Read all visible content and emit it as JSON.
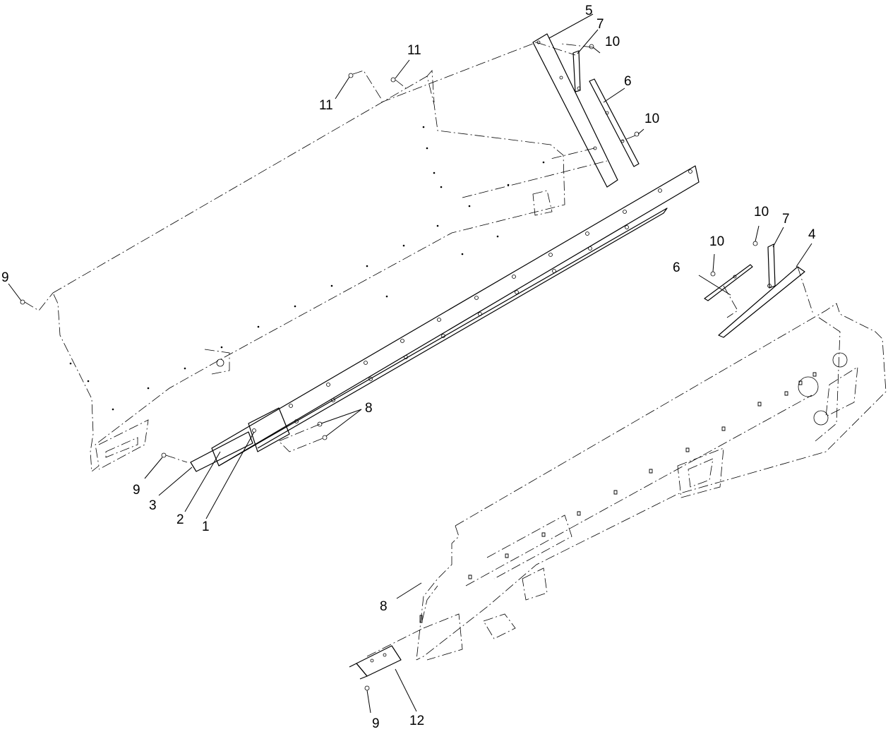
{
  "callouts": [
    {
      "id": "c1",
      "label": "1"
    },
    {
      "id": "c2",
      "label": "2"
    },
    {
      "id": "c3",
      "label": "3"
    },
    {
      "id": "c4",
      "label": "4"
    },
    {
      "id": "c5",
      "label": "5"
    },
    {
      "id": "c6a",
      "label": "6"
    },
    {
      "id": "c6b",
      "label": "6"
    },
    {
      "id": "c7a",
      "label": "7"
    },
    {
      "id": "c7b",
      "label": "7"
    },
    {
      "id": "c8a",
      "label": "8"
    },
    {
      "id": "c8b",
      "label": "8"
    },
    {
      "id": "c9a",
      "label": "9"
    },
    {
      "id": "c9b",
      "label": "9"
    },
    {
      "id": "c9c",
      "label": "9"
    },
    {
      "id": "c10a",
      "label": "10"
    },
    {
      "id": "c10b",
      "label": "10"
    },
    {
      "id": "c10c",
      "label": "10"
    },
    {
      "id": "c10d",
      "label": "10"
    },
    {
      "id": "c11a",
      "label": "11"
    },
    {
      "id": "c11b",
      "label": "11"
    },
    {
      "id": "c12",
      "label": "12"
    }
  ]
}
